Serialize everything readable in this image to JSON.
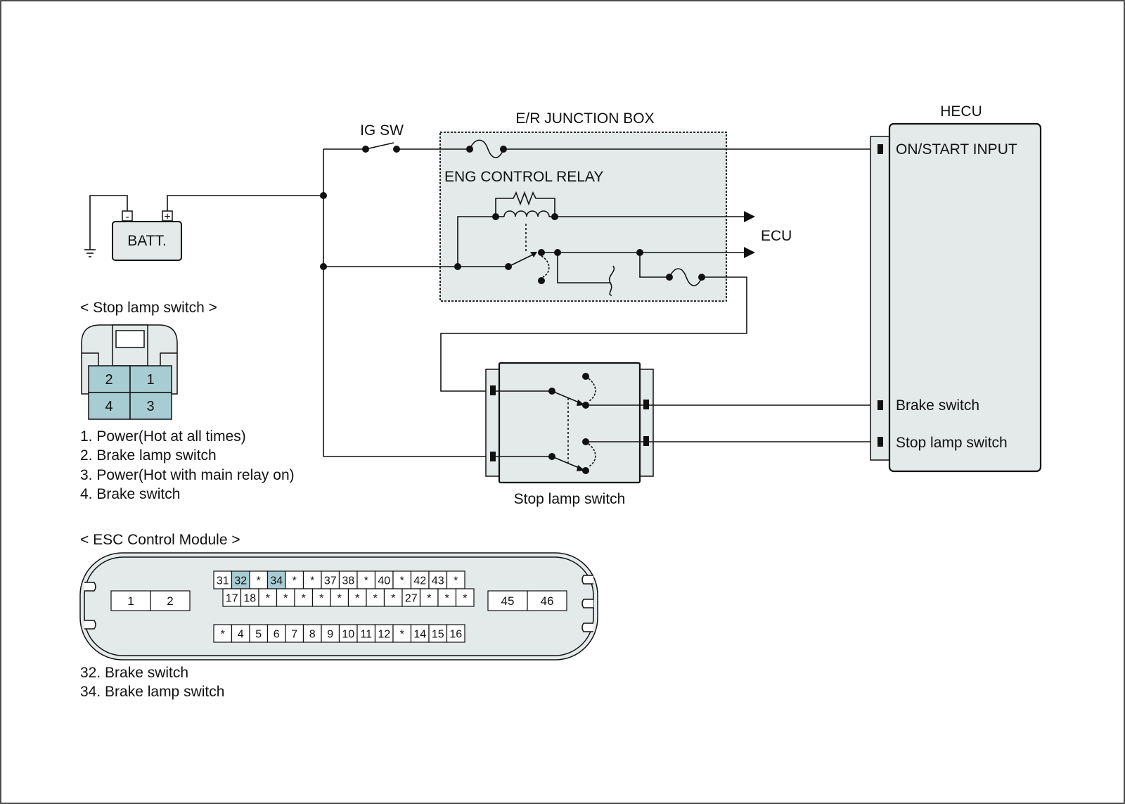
{
  "colors": {
    "box_fill": "#e4e9ea",
    "pin_fill": "#a7cdd3",
    "line": "#111111",
    "background": "#ffffff"
  },
  "labels": {
    "ig_sw": "IG SW",
    "jbox_title": "E/R JUNCTION BOX",
    "eng_relay": "ENG  CONTROL RELAY",
    "ecu": "ECU",
    "batt": "BATT.",
    "batt_minus": "-",
    "batt_plus": "+",
    "hecu": "HECU",
    "stop_lamp_switch": "Stop lamp switch"
  },
  "hecu": {
    "pins": [
      "ON/START INPUT",
      "Brake switch",
      "Stop lamp switch"
    ]
  },
  "stop_lamp_connector": {
    "title": "< Stop lamp switch >",
    "pins": [
      "2",
      "1",
      "4",
      "3"
    ],
    "legend": [
      "1. Power(Hot at all times)",
      "2. Brake lamp switch",
      "3. Power(Hot with main relay on)",
      "4. Brake switch"
    ]
  },
  "esc_module": {
    "title": "< ESC Control Module >",
    "left_block": [
      "1",
      "2"
    ],
    "right_block": [
      "45",
      "46"
    ],
    "row_top": [
      "31",
      "32",
      "*",
      "34",
      "*",
      "*",
      "37",
      "38",
      "*",
      "40",
      "*",
      "42",
      "43",
      "*"
    ],
    "row_mid": [
      "17",
      "18",
      "*",
      "*",
      "*",
      "*",
      "*",
      "*",
      "*",
      "*",
      "27",
      "*",
      "*",
      "*"
    ],
    "row_bottom": [
      "*",
      "4",
      "5",
      "6",
      "7",
      "8",
      "9",
      "10",
      "11",
      "12",
      "*",
      "14",
      "15",
      "16"
    ],
    "highlighted": [
      "32",
      "34"
    ],
    "legend": [
      "32. Brake switch",
      "34. Brake lamp switch"
    ]
  }
}
